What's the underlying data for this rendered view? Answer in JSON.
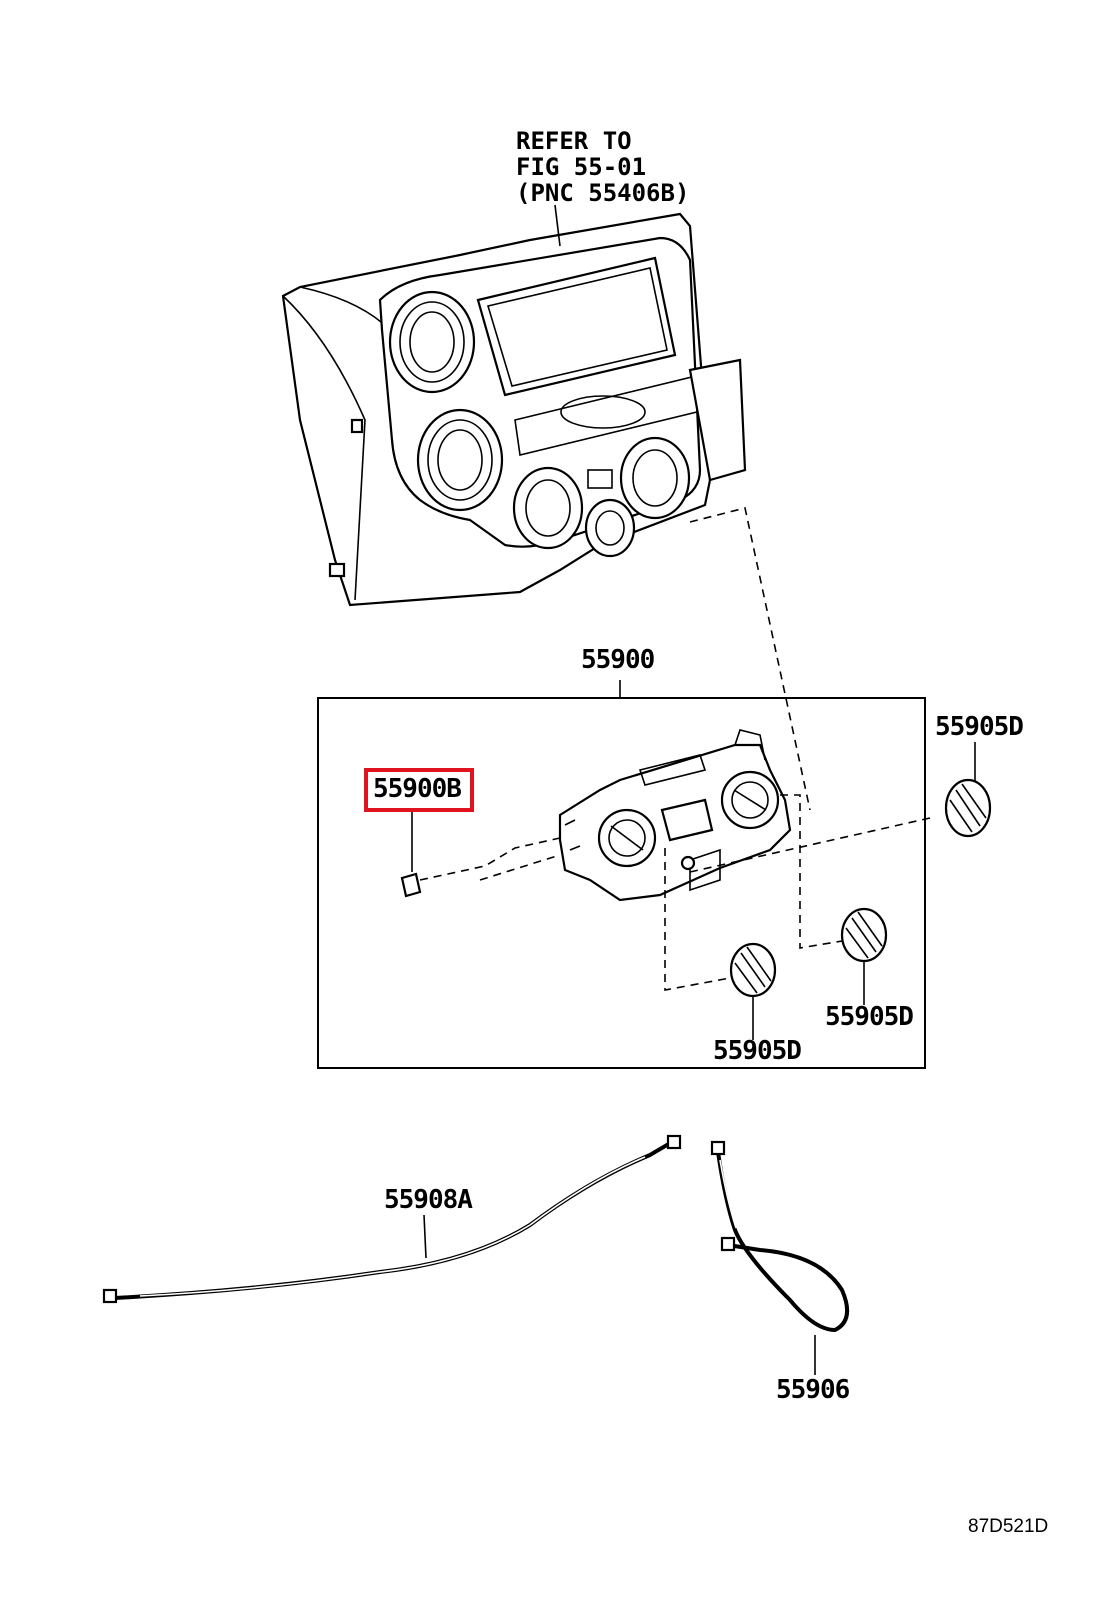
{
  "diagram": {
    "reference_note": [
      "REFER TO",
      "FIG 55-01",
      "(PNC 55406B)"
    ],
    "labels": {
      "assembly": "55900",
      "screw": "55900B",
      "knob_top": "55905D",
      "knob_right": "55905D",
      "knob_bottom": "55905D",
      "cable_long": "55908A",
      "cable_loop": "55906"
    },
    "highlighted_label": "55900B",
    "highlight_color": "#e0141e",
    "figure_id": "87D521D",
    "icons": [
      "dash-panel-icon",
      "heater-control-icon",
      "knob-icon",
      "screw-icon",
      "cable-icon"
    ]
  }
}
